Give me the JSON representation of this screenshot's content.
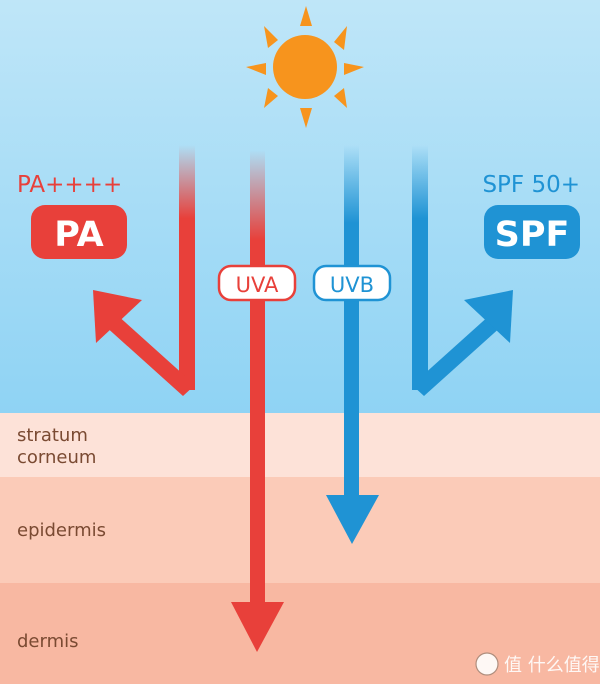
{
  "colors": {
    "sky_top": "#bfe6f8",
    "sky_bottom": "#8fd3f4",
    "stratum": "#fde2d8",
    "epidermis": "#fbcbb8",
    "dermis": "#f8b8a2",
    "uva_red": "#e8403a",
    "uvb_blue": "#1f93d4",
    "sun": "#f7941d",
    "layer_text": "#7a4a32"
  },
  "pa": {
    "rating": "PA++++",
    "badge": "PA"
  },
  "spf": {
    "rating": "SPF 50+",
    "badge": "SPF"
  },
  "rays": {
    "uva": "UVA",
    "uvb": "UVB"
  },
  "layers": {
    "stratum_line1": "stratum",
    "stratum_line2": "corneum",
    "epidermis": "epidermis",
    "dermis": "dermis"
  },
  "watermark": {
    "text": "值 什么值得买",
    "icon": "zhi-logo-icon"
  }
}
